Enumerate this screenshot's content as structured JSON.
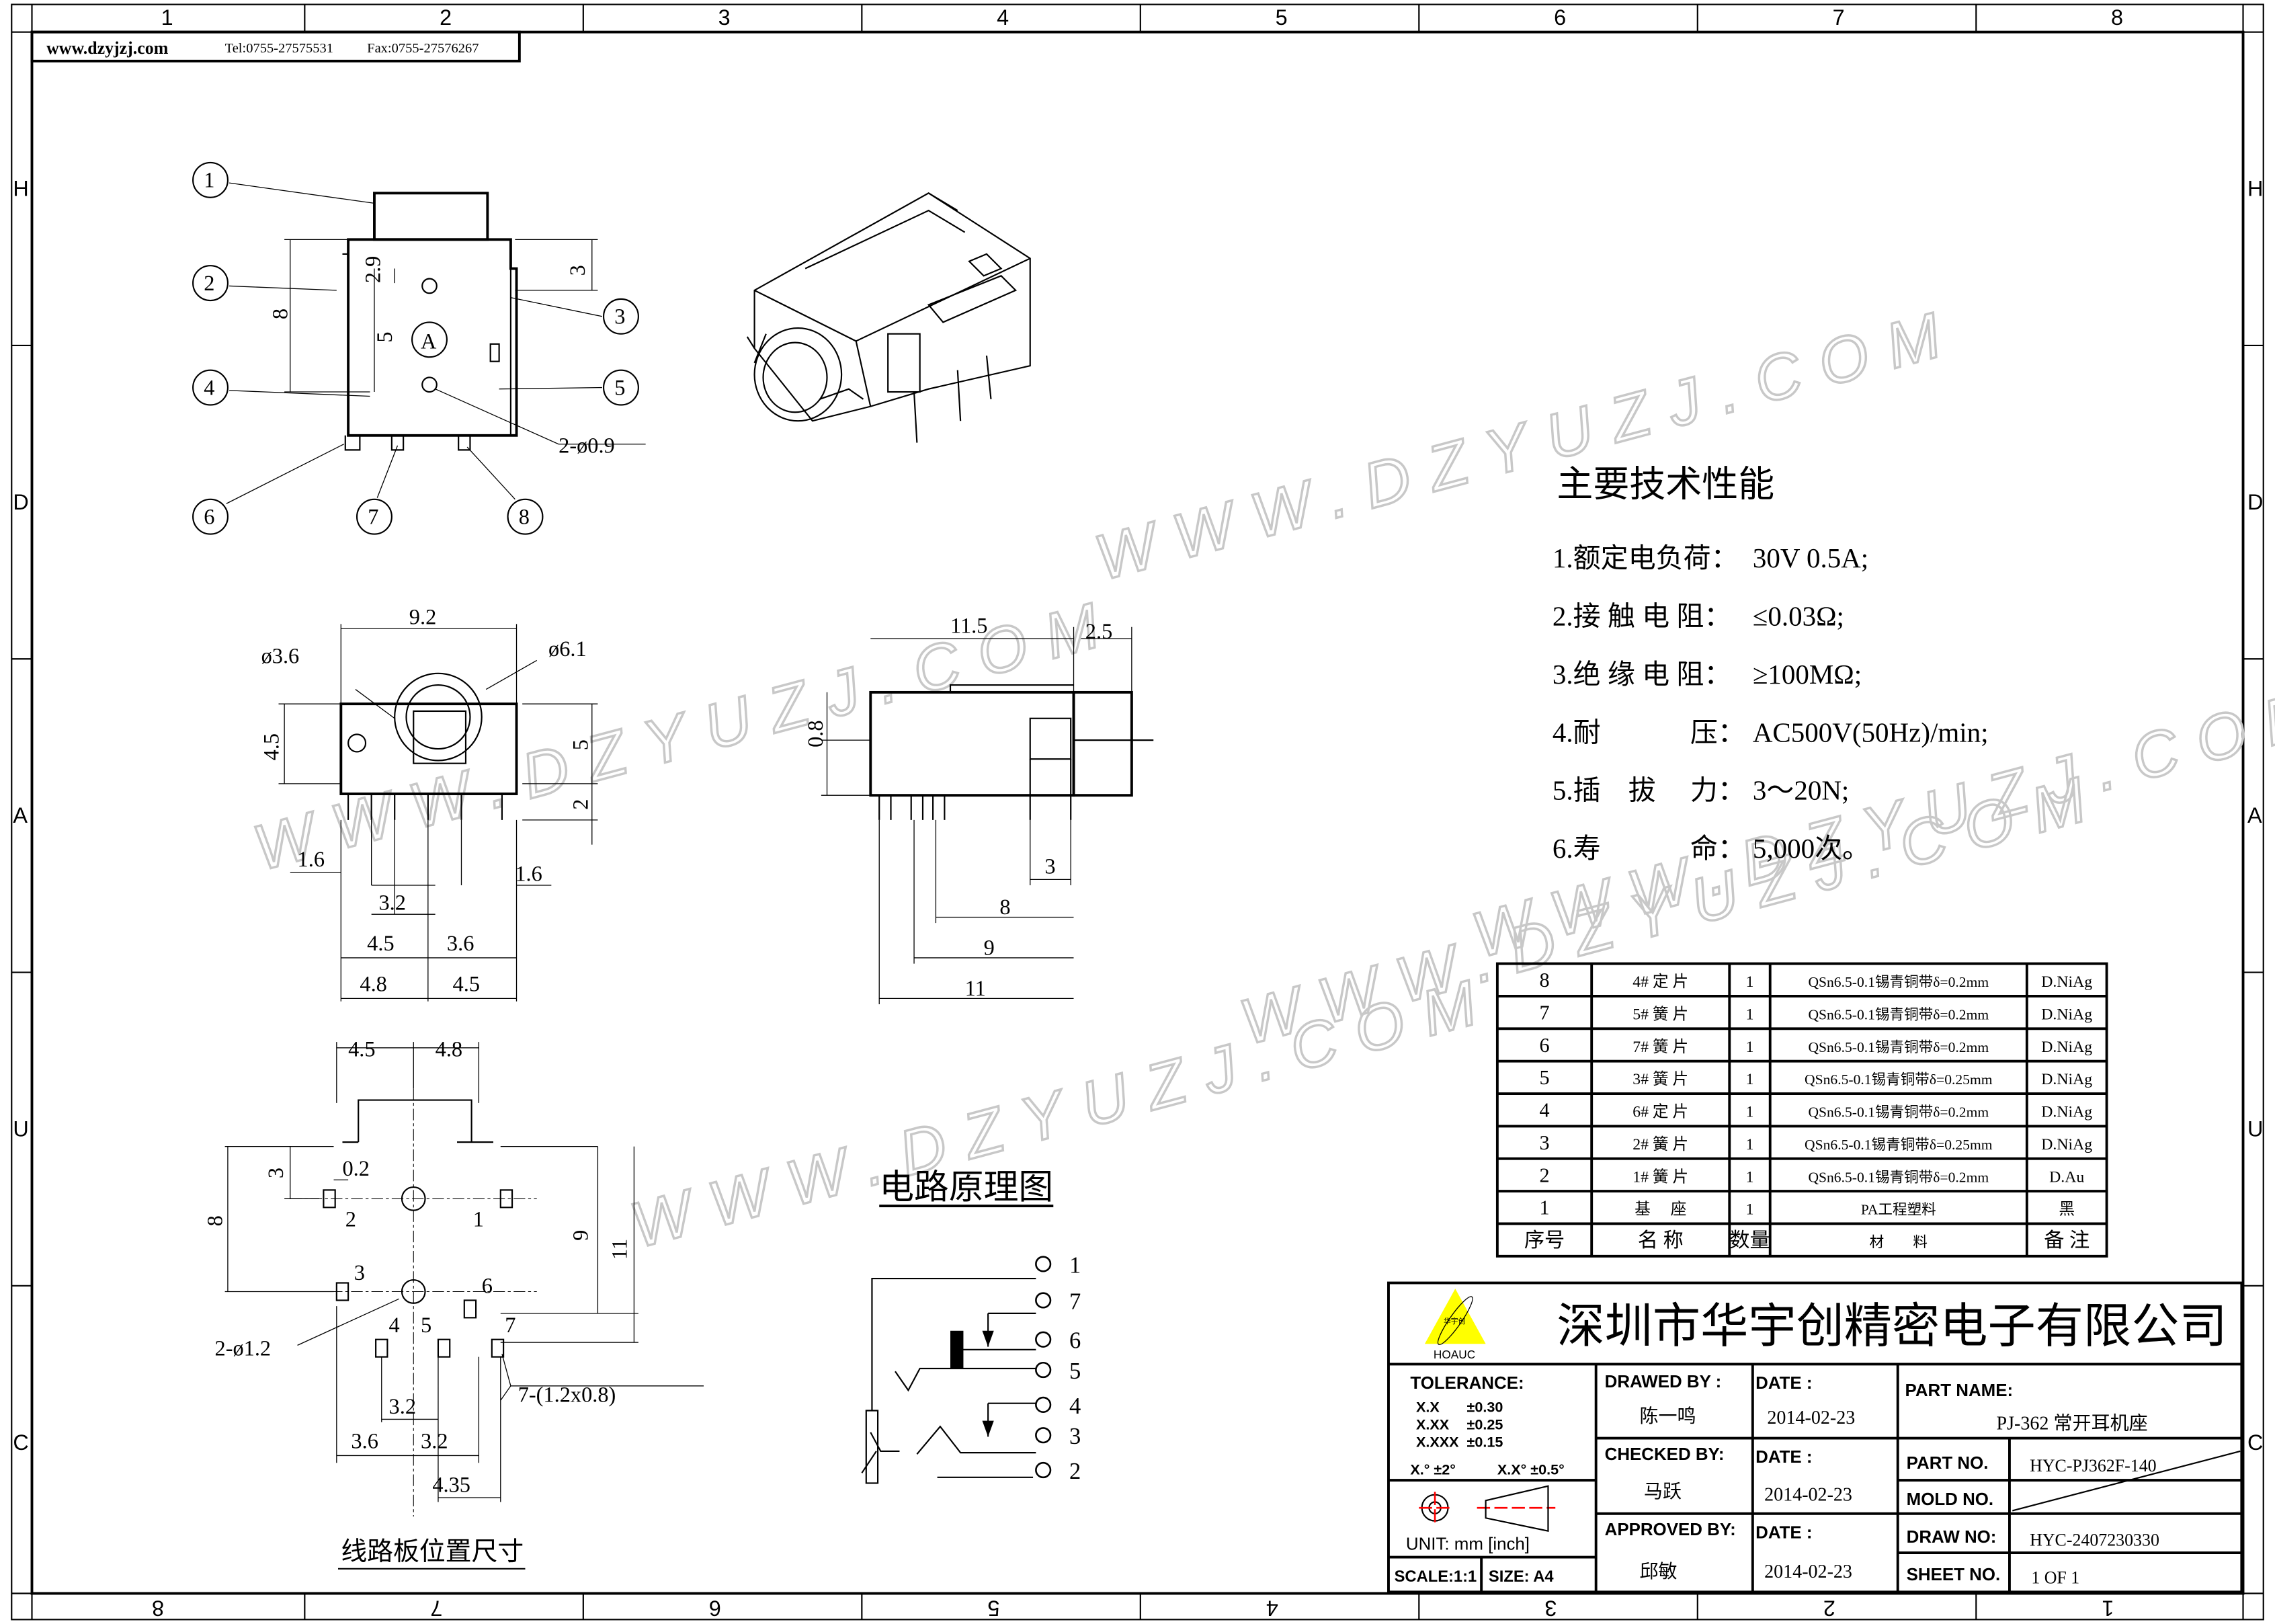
{
  "header": {
    "website": "www.dzyjzj.com",
    "tel": "Tel:0755-27575531",
    "fax": "Fax:0755-27576267"
  },
  "watermark": "WWW.DZYUZJ.COM",
  "grid": {
    "columns": [
      "1",
      "2",
      "3",
      "4",
      "5",
      "6",
      "7",
      "8"
    ],
    "rows": [
      "H",
      "D",
      "A",
      "U",
      "C"
    ]
  },
  "top_view": {
    "callouts": [
      "1",
      "2",
      "3",
      "4",
      "5",
      "6",
      "7",
      "8"
    ],
    "marker": "A",
    "dims": [
      "2.9",
      "3",
      "8",
      "5",
      "2-ø0.9"
    ]
  },
  "front_view": {
    "dims": [
      "9.2",
      "ø3.6",
      "ø6.1",
      "4.5",
      "5",
      "2",
      "1.6",
      "1.6",
      "3.2",
      "4.5",
      "3.6",
      "4.8",
      "4.5"
    ]
  },
  "side_view": {
    "dims": [
      "11.5",
      "2.5",
      "0.8",
      "3",
      "8",
      "9",
      "11"
    ]
  },
  "pcb_view": {
    "title": "线路板位置尺寸",
    "dims": [
      "4.5",
      "4.8",
      "3",
      "0.2",
      "8",
      "9",
      "11",
      "2-ø1.2",
      "7-(1.2x0.8)",
      "3.6",
      "3.2",
      "3.2",
      "4.35"
    ],
    "pads": [
      "1",
      "2",
      "3",
      "4",
      "5",
      "6",
      "7"
    ]
  },
  "circuit": {
    "title": "电路原理图",
    "pins": [
      "1",
      "7",
      "6",
      "5",
      "4",
      "3",
      "2"
    ]
  },
  "specs": {
    "title": "主要技术性能",
    "items": [
      {
        "label": "1.额定电负荷：",
        "value": "30V 0.5A;"
      },
      {
        "label": "2.接 触 电 阻：",
        "value": "≤0.03Ω;"
      },
      {
        "label": "3.绝 缘 电 阻：",
        "value": "≥100MΩ;"
      },
      {
        "label": "4.耐　　　 压：",
        "value": "AC500V(50Hz)/min;"
      },
      {
        "label": "5.插　拔　 力：",
        "value": "3～20N;"
      },
      {
        "label": "6.寿　　　 命：",
        "value": "5,000次。"
      }
    ]
  },
  "bom": {
    "headers": [
      "序号",
      "名 称",
      "数量",
      "材　　料",
      "备 注"
    ],
    "rows": [
      [
        "8",
        "4# 定 片",
        "1",
        "QSn6.5-0.1锡青铜带δ=0.2mm",
        "D.NiAg"
      ],
      [
        "7",
        "5# 簧 片",
        "1",
        "QSn6.5-0.1锡青铜带δ=0.2mm",
        "D.NiAg"
      ],
      [
        "6",
        "7# 簧 片",
        "1",
        "QSn6.5-0.1锡青铜带δ=0.2mm",
        "D.NiAg"
      ],
      [
        "5",
        "3# 簧 片",
        "1",
        "QSn6.5-0.1锡青铜带δ=0.25mm",
        "D.NiAg"
      ],
      [
        "4",
        "6# 定 片",
        "1",
        "QSn6.5-0.1锡青铜带δ=0.2mm",
        "D.NiAg"
      ],
      [
        "3",
        "2# 簧 片",
        "1",
        "QSn6.5-0.1锡青铜带δ=0.25mm",
        "D.NiAg"
      ],
      [
        "2",
        "1# 簧 片",
        "1",
        "QSn6.5-0.1锡青铜带δ=0.2mm",
        "D.Au"
      ],
      [
        "1",
        "基　 座",
        "1",
        "PA工程塑料",
        "黑"
      ]
    ]
  },
  "title_block": {
    "logo_text": "华宇创",
    "logo_brand": "HOAUC",
    "company": "深圳市华宇创精密电子有限公司",
    "tolerance_label": "TOLERANCE:",
    "tolerances": [
      [
        "X.X",
        "±0.30"
      ],
      [
        "X.XX",
        "±0.25"
      ],
      [
        "X.XXX",
        "±0.15"
      ]
    ],
    "angle_tol": [
      "X.° ±2°",
      "X.X° ±0.5°"
    ],
    "unit": "UNIT:  mm  [inch]",
    "scale": "SCALE:1:1",
    "size": "SIZE:  A4",
    "drawed_by_label": "DRAWED BY :",
    "drawed_by": "陈一鸣",
    "checked_by_label": "CHECKED BY:",
    "checked_by": "马跃",
    "approved_by_label": "APPROVED BY:",
    "approved_by": "邱敏",
    "date_label": "DATE :",
    "dates": [
      "2014-02-23",
      "2014-02-23",
      "2014-02-23"
    ],
    "part_name_label": "PART NAME:",
    "part_name": "PJ-362 常开耳机座",
    "part_no_label": "PART NO.",
    "part_no": "HYC-PJ362F-140",
    "mold_no_label": "MOLD NO.",
    "draw_no_label": "DRAW NO:",
    "draw_no": "HYC-2407230330",
    "sheet_no_label": "SHEET NO.",
    "sheet_no": "1 OF 1"
  },
  "colors": {
    "logo_yellow": "#ffff00",
    "symbol_red": "#ff0000"
  }
}
